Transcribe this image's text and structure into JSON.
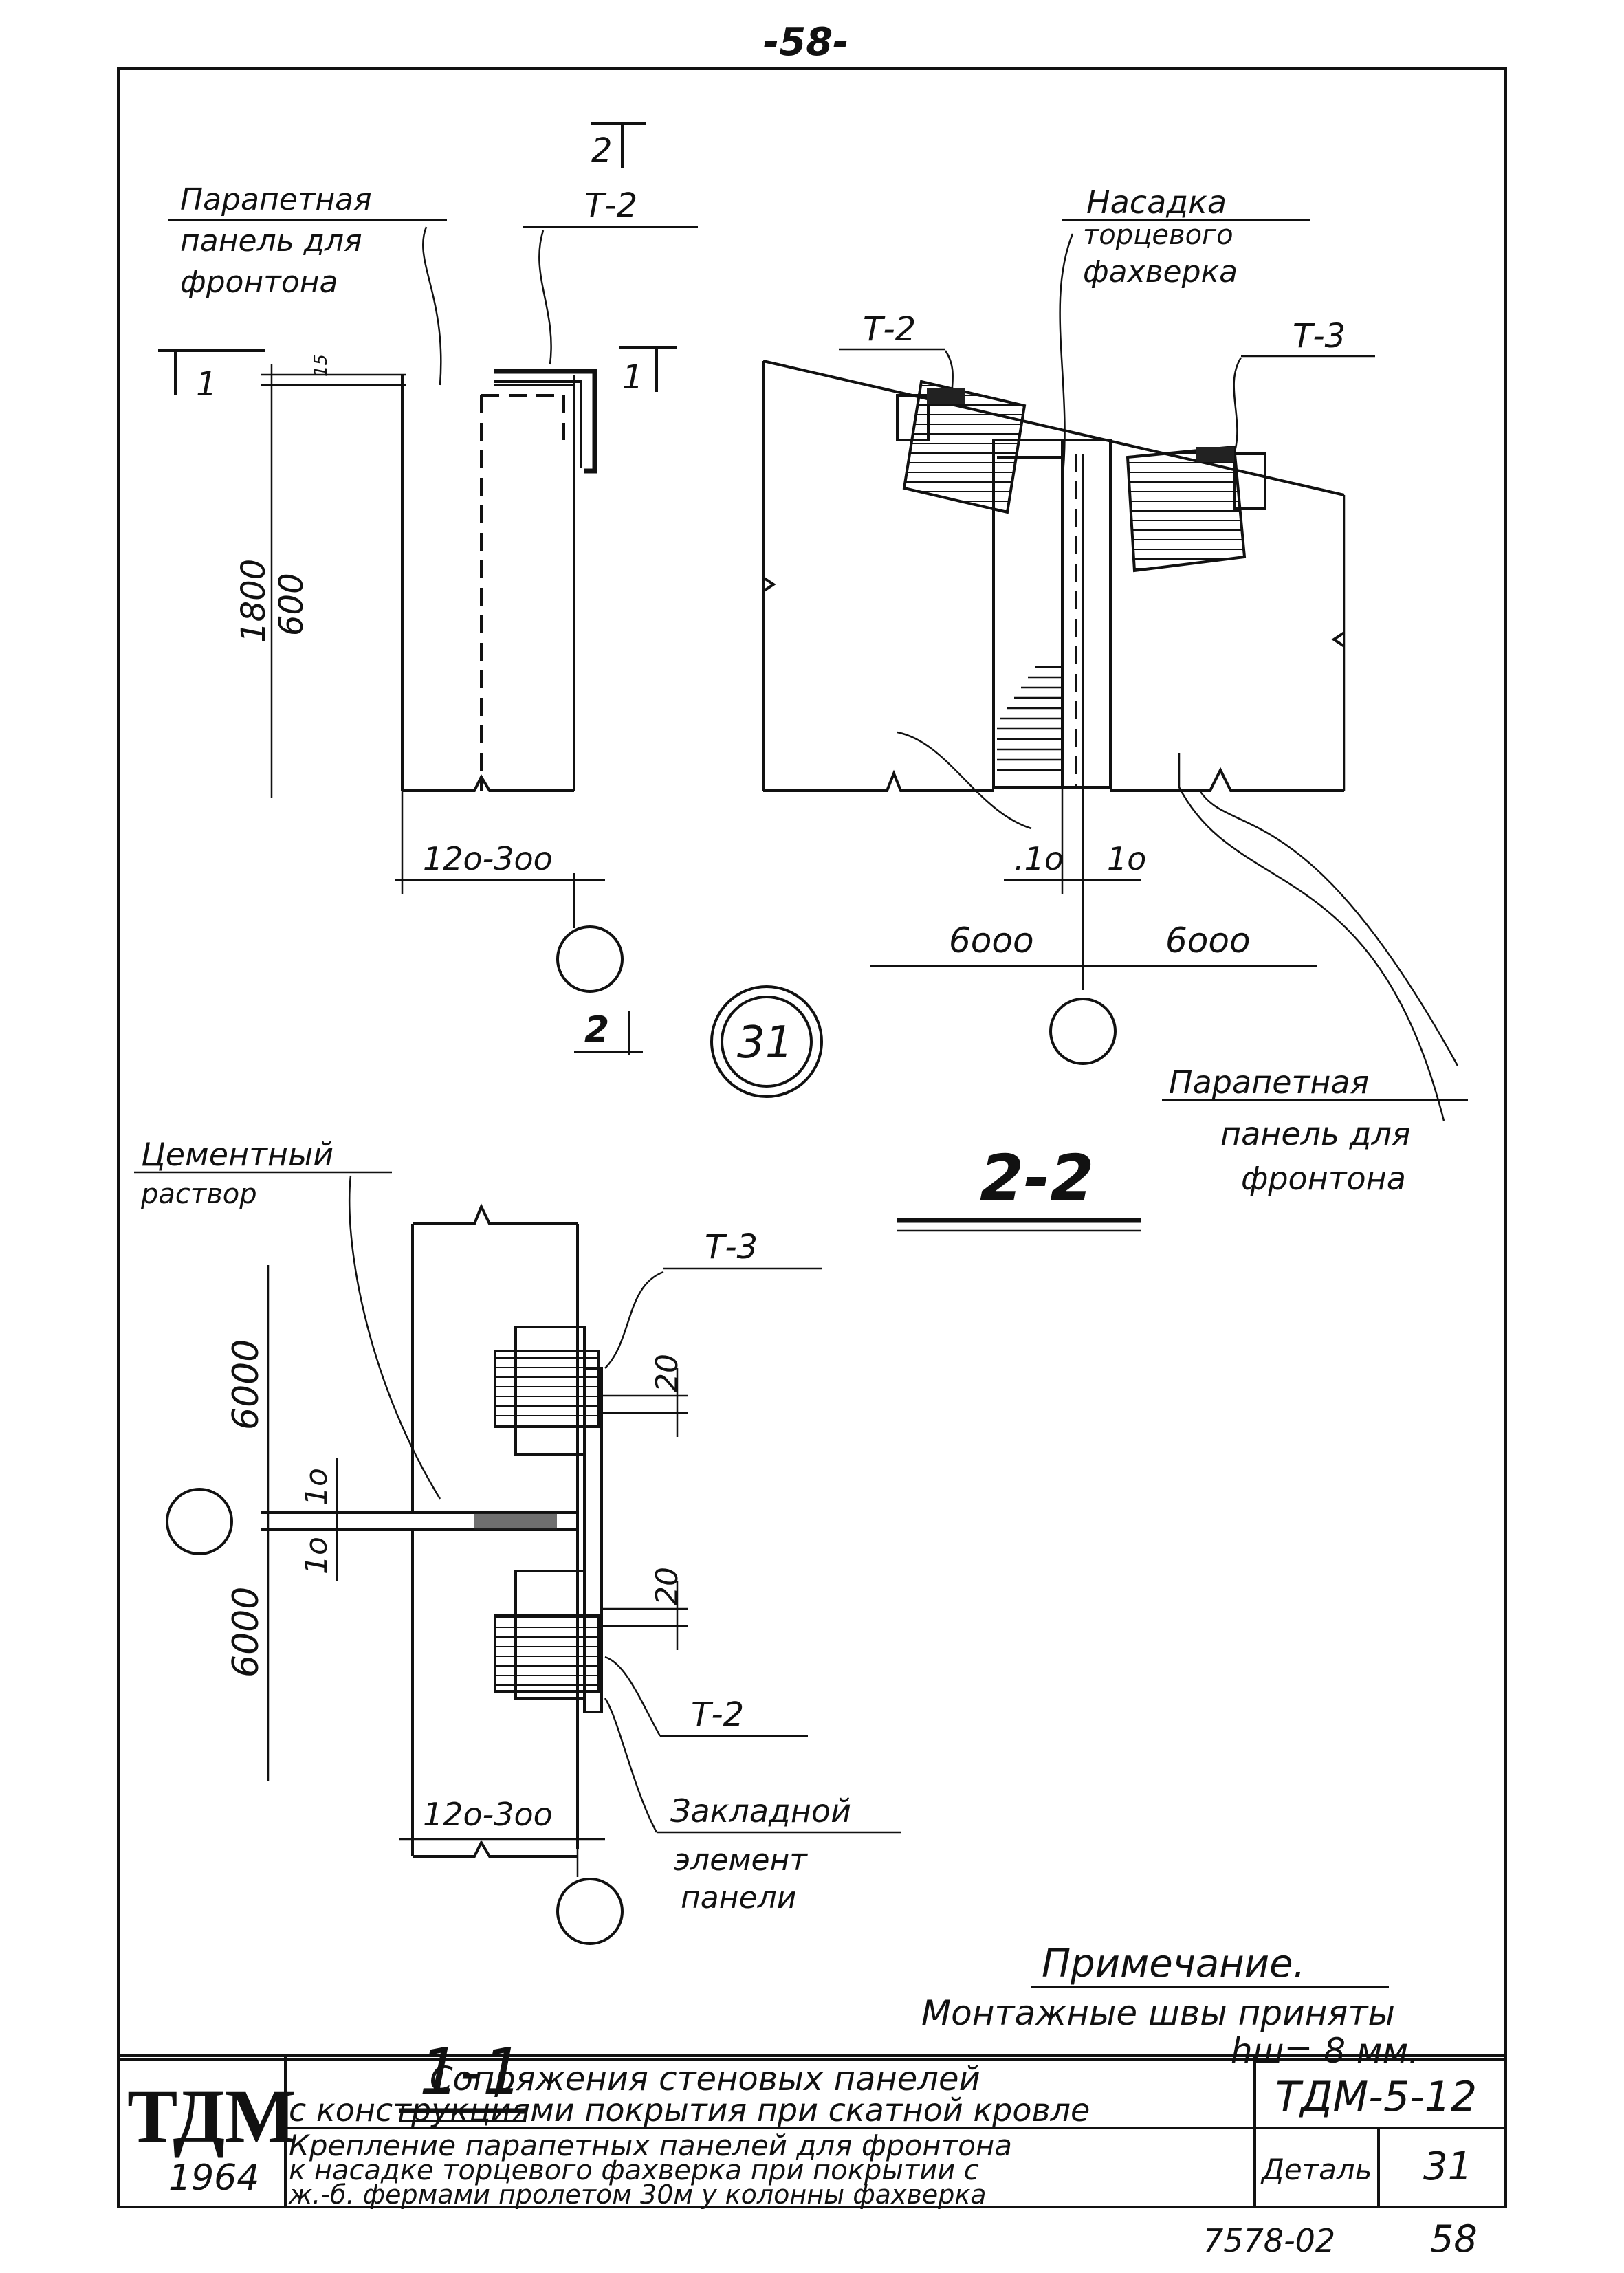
{
  "page_number": "-58-",
  "detail_mark": "31",
  "section_2_mark": "2",
  "view_left": {
    "label_parapet_panel": [
      "Парапетная",
      "панель для",
      "фронтона"
    ],
    "tag_t2": "Т-2",
    "section_1_mark": "1",
    "dim_height": [
      "1800",
      "600"
    ],
    "dim_15": "15",
    "dim_width": "12о-3оо"
  },
  "section_2_2": {
    "label_nasadka": [
      "Насадка",
      "торцевого",
      "фахверка"
    ],
    "tag_t2": "Т-2",
    "tag_t3": "Т-3",
    "dim_10_left": ".1о",
    "dim_10_right": "1о",
    "dim_span_left": "6ооо",
    "dim_span_right": "6ооо",
    "label_parapet_panel": [
      "Парапетная",
      "панель для",
      "фронтона"
    ],
    "title": "2-2"
  },
  "section_1_1": {
    "label_mortar": [
      "Цементный",
      "раствор"
    ],
    "tag_t3": "Т-3",
    "tag_t2": "Т-2",
    "dim_6000_top": "6000",
    "dim_6000_bottom": "6000",
    "dim_10_a": "1о",
    "dim_10_b": "1о",
    "dim_20_a": "20",
    "dim_20_b": "20",
    "dim_width": "12о-3оо",
    "label_embedded": [
      "Закладной",
      "элемент",
      "панели"
    ],
    "title": "1-1"
  },
  "note": {
    "heading": "Примечание.",
    "line1": "Монтажные швы приняты",
    "line2": "hш= 8 мм."
  },
  "title_block": {
    "org_name": "ТДМ",
    "org_year": "1964",
    "title_line1": "Сопряжения стеновых панелей",
    "title_line2": "с конструкциями покрытия при скатной кровле",
    "sub_line1": "Крепление парапетных панелей для фронтона",
    "sub_line2": "к насадке торцевого фахверка при покрытии с",
    "sub_line3": "ж.-б. фермами пролетом 30м у колонны фахверка",
    "series_code": "ТДМ-5-12",
    "detail_label": "Деталь",
    "detail_number": "31"
  },
  "footer": {
    "archive_number": "7578-02",
    "sheet_number": "58"
  }
}
